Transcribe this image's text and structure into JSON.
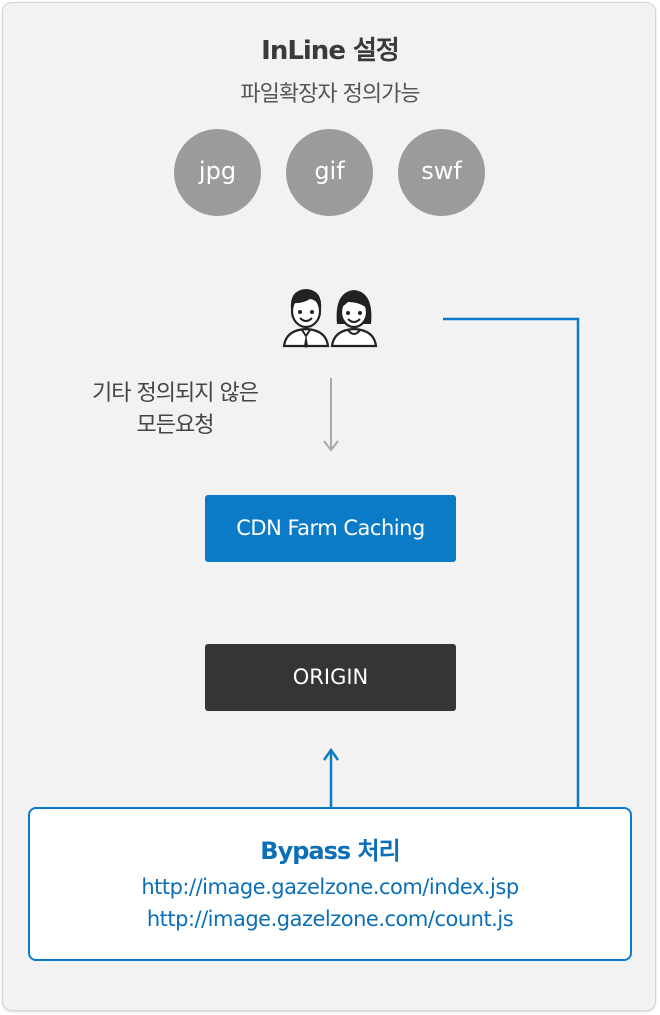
{
  "header": {
    "title": "InLine 설정",
    "subtitle": "파일확장자 정의가능"
  },
  "extensions": [
    "jpg",
    "gif",
    "swf"
  ],
  "users_icon": "two-users-icon",
  "other_requests": {
    "line1": "기타 정의되지 않은",
    "line2": "모든요청"
  },
  "nodes": {
    "cdn": "CDN Farm Caching",
    "origin": "ORIGIN"
  },
  "bypass": {
    "title": "Bypass 처리",
    "urls": [
      "http://image.gazelzone.com/index.jsp",
      "http://image.gazelzone.com/count.js"
    ]
  },
  "colors": {
    "background": "#f2f2f2",
    "accent_blue": "#0b7ac7",
    "origin_dark": "#353535",
    "extension_gray": "#9b9b9b",
    "arrow_gray": "#a8a8a8"
  }
}
